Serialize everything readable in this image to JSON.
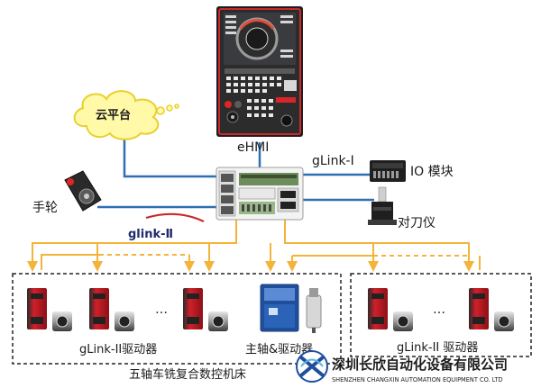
{
  "nodes": {
    "ehmi": "eHMI",
    "cloud": "云平台",
    "glink1": "gLink-I",
    "io": "IO 模块",
    "handwheel": "手轮",
    "tool_setter": "对刀仪",
    "glink2": "glink-Ⅱ",
    "drive_group_left": "gLink-II驱动器",
    "spindle_drive": "主轴&驱动器",
    "drive_group_right": "gLink-II 驱动器",
    "machine": "五轴车铣复合数控机床",
    "ellipsis": "…"
  },
  "brand": {
    "name_cn": "深圳长欣自动化设备有限公司",
    "name_en": "SHENZHEN CHANGXIN AUTOMATION EQUIPMENT CO. LTD"
  },
  "colors": {
    "link_blue": "#2f6fb5",
    "link_orange": "#f4b43a",
    "drive_red": "#d0202a",
    "cloud_yellow": "#fff9a8",
    "cloud_border": "#e9cf2e"
  }
}
